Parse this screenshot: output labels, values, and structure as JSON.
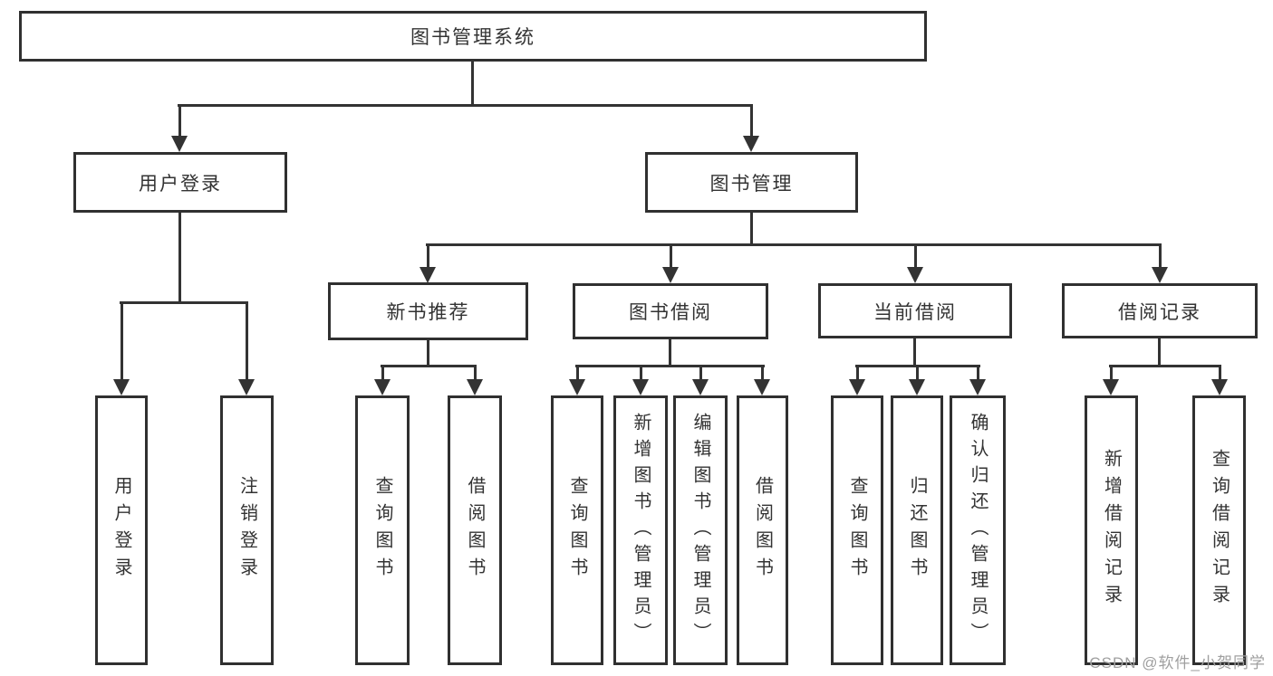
{
  "diagram": {
    "root_label": "图书管理系统",
    "branches": [
      {
        "label": "用户登录",
        "children": [
          "用户登录",
          "注销登录"
        ]
      },
      {
        "label": "图书管理",
        "children": [
          {
            "label": "新书推荐",
            "children": [
              "查询图书",
              "借阅图书"
            ]
          },
          {
            "label": "图书借阅",
            "children": [
              "查询图书",
              "新增图书（管理员）",
              "编辑图书（管理员）",
              "借阅图书"
            ]
          },
          {
            "label": "当前借阅",
            "children": [
              "查询图书",
              "归还图书",
              "确认归还（管理员）"
            ]
          },
          {
            "label": "借阅记录",
            "children": [
              "新增借阅记录",
              "查询借阅记录"
            ]
          }
        ]
      }
    ],
    "colors": {
      "line": "#333333",
      "box_border": "#303030",
      "text": "#333333",
      "watermark": "#9f9f9f",
      "background": "#ffffff"
    },
    "watermark": "CSDN @软件_小贺同学"
  }
}
